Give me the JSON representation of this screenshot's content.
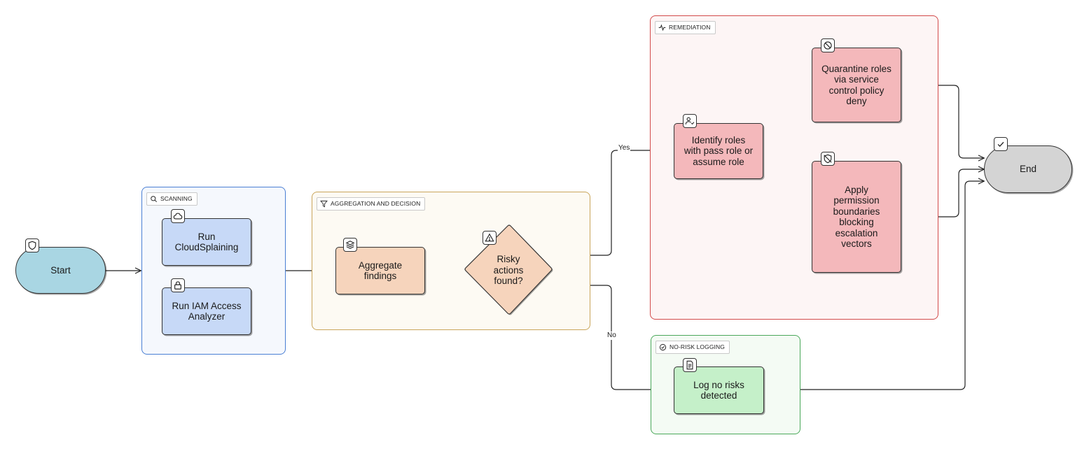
{
  "colors": {
    "scanning_border": "#4a7fd4",
    "scanning_fill": "#f5f8fd",
    "aggregation_border": "#c9a55a",
    "aggregation_fill": "#fdfaf3",
    "remediation_border": "#d24a4a",
    "remediation_fill": "#fdf5f5",
    "logging_border": "#4aa85a",
    "logging_fill": "#f4fbf4",
    "terminal_start": "#a9d6e3",
    "terminal_end": "#d4d4d4",
    "scan_node": "#c7d9f7",
    "agg_node": "#f6d4bc",
    "remed_node": "#f4b8bb",
    "log_node": "#c5f0c9"
  },
  "groups": {
    "scanning": {
      "label": "SCANNING",
      "icon": "search-icon"
    },
    "aggregation": {
      "label": "AGGREGATION AND DECISION",
      "icon": "filter-icon"
    },
    "remediation": {
      "label": "REMEDIATION",
      "icon": "activity-icon"
    },
    "logging": {
      "label": "NO-RISK LOGGING",
      "icon": "check-circle-icon"
    }
  },
  "nodes": {
    "start": {
      "label": "Start",
      "icon": "shield-icon"
    },
    "cloudsplaining": {
      "label": "Run\nCloudSplaining",
      "icon": "cloud-icon"
    },
    "iam_analyzer": {
      "label": "Run IAM Access\nAnalyzer",
      "icon": "lock-icon"
    },
    "aggregate": {
      "label": "Aggregate\nfindings",
      "icon": "layers-icon"
    },
    "decision": {
      "label": "Risky\nactions\nfound?",
      "icon": "warning-icon"
    },
    "identify": {
      "label": "Identify roles\nwith pass role or\nassume role",
      "icon": "user-check-icon"
    },
    "quarantine": {
      "label": "Quarantine roles\nvia service\ncontrol policy\ndeny",
      "icon": "ban-icon"
    },
    "boundaries": {
      "label": "Apply\npermission\nboundaries\nblocking\nescalation\nvectors",
      "icon": "shield-off-icon"
    },
    "log": {
      "label": "Log no risks\ndetected",
      "icon": "file-text-icon"
    },
    "end": {
      "label": "End",
      "icon": "check-icon"
    }
  },
  "edges": {
    "yes_label": "Yes",
    "no_label": "No"
  }
}
